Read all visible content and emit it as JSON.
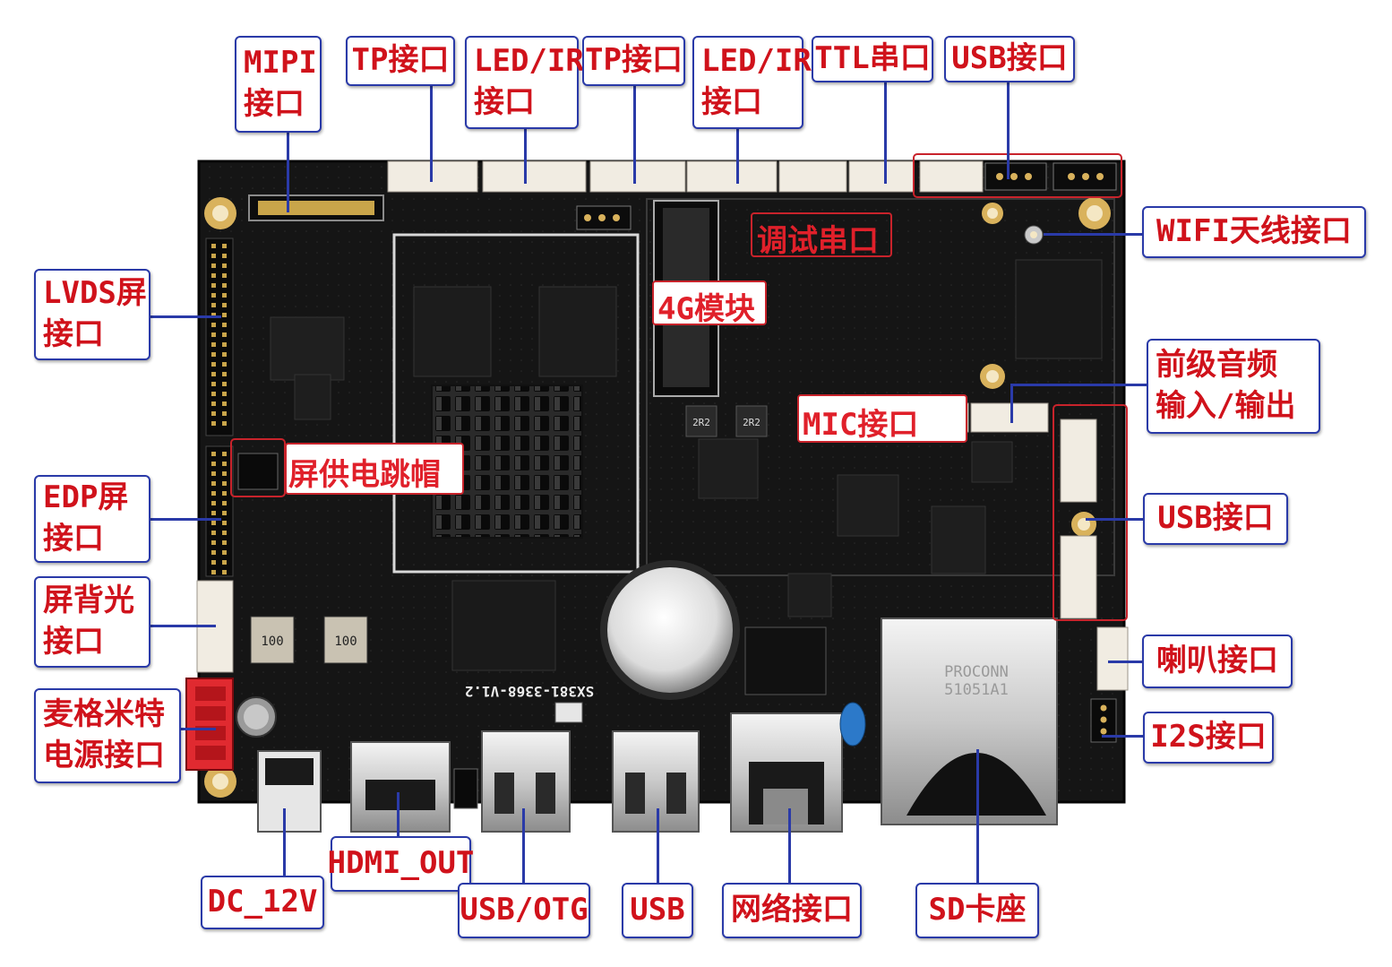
{
  "labels": {
    "mipi": [
      "MIPI",
      "接口"
    ],
    "tp1": [
      "TP接口"
    ],
    "ledir1": [
      "LED/IR",
      "接口"
    ],
    "tp2": [
      "TP接口"
    ],
    "ledir2": [
      "LED/IR",
      "接口"
    ],
    "ttl": [
      "TTL串口"
    ],
    "usb_top": [
      "USB接口"
    ],
    "wifi": [
      "WIFI天线接口"
    ],
    "lvds": [
      "LVDS屏",
      "接口"
    ],
    "audio": [
      "前级音频",
      "输入/输出"
    ],
    "edp": [
      "EDP屏",
      "接口"
    ],
    "usb_right": [
      "USB接口"
    ],
    "backlight": [
      "屏背光",
      "接口"
    ],
    "speaker": [
      "喇叭接口"
    ],
    "power": [
      "麦格米特",
      "电源接口"
    ],
    "i2s": [
      "I2S接口"
    ],
    "dc": [
      "DC_12V"
    ],
    "hdmi": [
      "HDMI_OUT"
    ],
    "usbotg": [
      "USB/OTG"
    ],
    "usb_bottom": [
      "USB"
    ],
    "net": [
      "网络接口"
    ],
    "sd": [
      "SD卡座"
    ]
  },
  "board_annotations": {
    "debug_serial": "调试串口",
    "module_4g": "4G模块",
    "mic": "MIC接口",
    "jumper": "屏供电跳帽"
  },
  "board_silk": {
    "model": "SX381-3368-V1.2",
    "card_brand": "PROCONN",
    "card_part": "51051A1",
    "inductor": "100",
    "ic_small_1": "2R2",
    "ic_small_2": "2R2"
  },
  "colors": {
    "label_text": "#d0121b",
    "label_border": "#2a3aa8",
    "leader": "#2a3aa8",
    "board": "#161616",
    "highlight_box": "#c8232b"
  }
}
